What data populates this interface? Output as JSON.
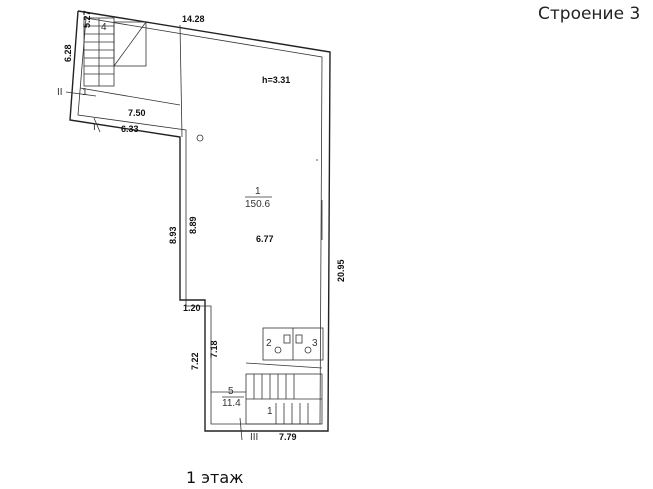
{
  "header": {
    "building": "Строение 3"
  },
  "footer": {
    "floor": "1 этаж"
  },
  "plan": {
    "height_label": "h=3.31",
    "rooms": {
      "r1": {
        "number": "1",
        "area": "150.6"
      },
      "r2": {
        "number": "2"
      },
      "r3": {
        "number": "3"
      },
      "r4": {
        "number": "4"
      },
      "r5": {
        "number": "5",
        "area": "11.4"
      },
      "r1b": {
        "number": "1"
      },
      "r1c": {
        "number": "1"
      }
    },
    "section_marks": {
      "m2": "II",
      "m1": "I",
      "m3": "III"
    },
    "dimensions": {
      "top": "14.28",
      "stair_w": "5.27",
      "left_h": "6.28",
      "inner_750": "7.50",
      "outer_633": "6.33",
      "left_893": "8.93",
      "inner_889": "8.89",
      "center_677": "6.77",
      "right_2095": "20.95",
      "step_120": "1.20",
      "left_722": "7.22",
      "inner_718": "7.18",
      "bottom_779": "7.79"
    }
  }
}
